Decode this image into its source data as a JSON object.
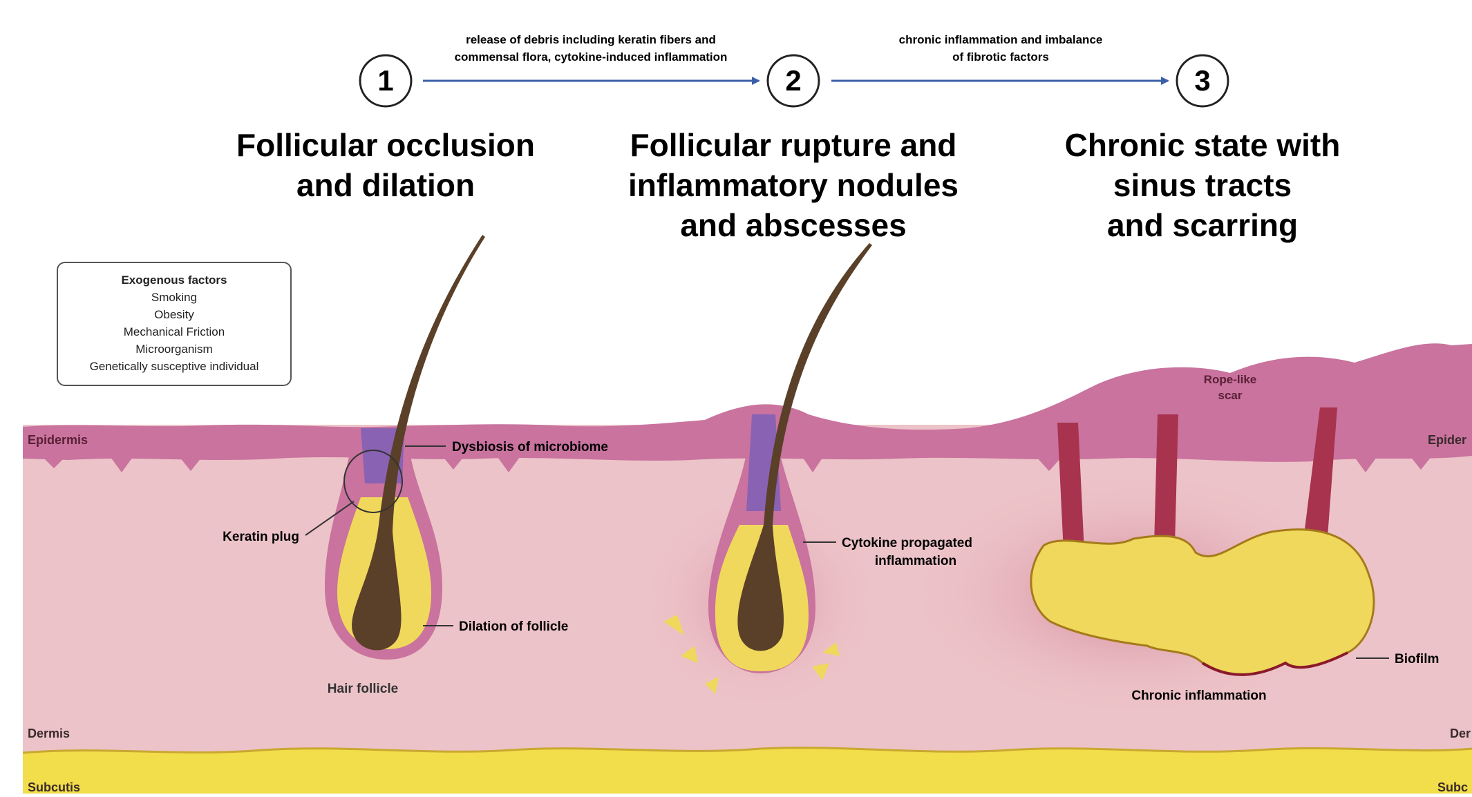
{
  "steps": [
    {
      "num": "1",
      "title_lines": [
        "Follicular occlusion",
        "and dilation"
      ]
    },
    {
      "num": "2",
      "title_lines": [
        "Follicular rupture and",
        "inflammatory nodules",
        "and abscesses"
      ]
    },
    {
      "num": "3",
      "title_lines": [
        "Chronic state with",
        "sinus tracts",
        "and scarring"
      ]
    }
  ],
  "transitions": [
    {
      "lines": [
        "release of debris including keratin fibers and",
        "commensal flora, cytokine-induced inflammation"
      ]
    },
    {
      "lines": [
        "chronic inflammation and imbalance",
        "of fibrotic factors"
      ]
    }
  ],
  "exogenous_box": {
    "heading": "Exogenous factors",
    "items": [
      "Smoking",
      "Obesity",
      "Mechanical Friction",
      "Microorganism",
      "Genetically susceptive individual"
    ]
  },
  "layers": {
    "left": [
      "Epidermis",
      "Dermis",
      "Subcutis"
    ],
    "right": [
      "Epider",
      "Der",
      "Subc"
    ]
  },
  "annotations": {
    "dysbiosis": "Dysbiosis of microbiome",
    "keratin_plug": "Keratin plug",
    "dilation": "Dilation of follicle",
    "hair_follicle": "Hair follicle",
    "cytokine": [
      "Cytokine propagated",
      "inflammation"
    ],
    "rope_scar": [
      "Rope-like",
      "scar"
    ],
    "biofilm": "Biofilm",
    "chronic_inflammation": "Chronic inflammation"
  },
  "colors": {
    "arrow": "#3a5fa8",
    "epidermis": "#c9739e",
    "dermis": "#ecc3c8",
    "subcutis": "#f2dd4a",
    "hair": "#5a4028",
    "pus": "#efd85c",
    "plug": "#8a62b4"
  }
}
